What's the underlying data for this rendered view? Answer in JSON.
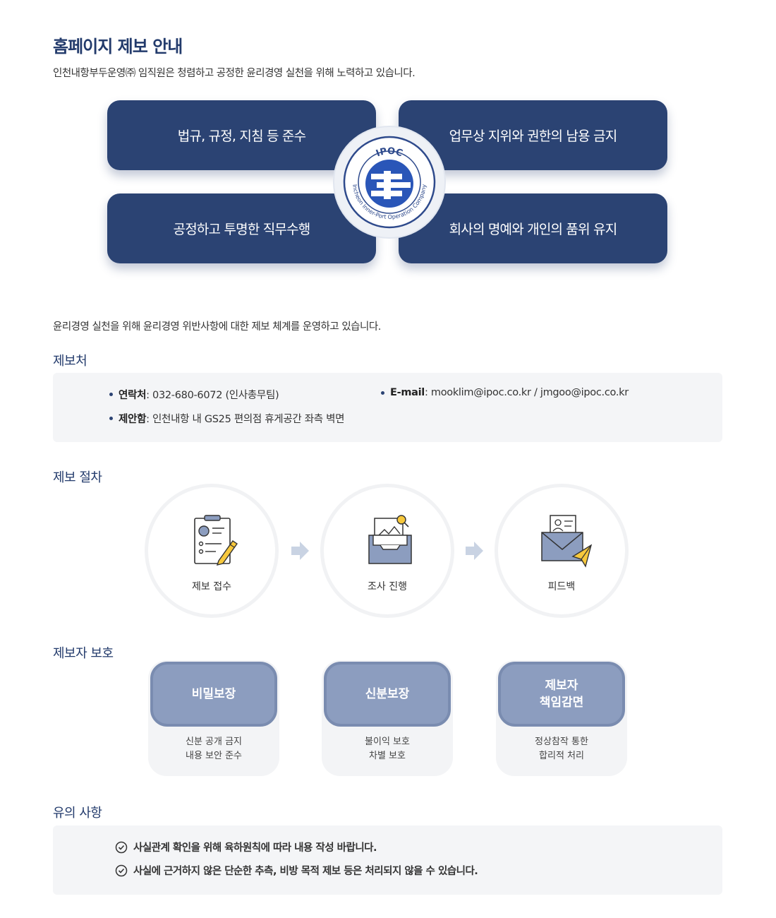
{
  "header": {
    "title": "홈페이지 제보 안내",
    "intro": "인천내항부두운영㈜ 임직원은 청렴하고 공정한 윤리경영 실천을 위해 노력하고 있습니다."
  },
  "principles": [
    {
      "label": "법규, 규정, 지침 등 준수"
    },
    {
      "label": "업무상 지위와 권한의 남용 금지"
    },
    {
      "label": "공정하고 투명한 직무수행"
    },
    {
      "label": "회사의 명예와 개인의 품위 유지"
    }
  ],
  "logo": {
    "abbr": "IPOC",
    "ring_text": "Incheon Inner-Port Operation Company",
    "colors": {
      "navy": "#2e4a8c",
      "blue": "#2a56b8",
      "white": "#ffffff"
    }
  },
  "sub_intro": "윤리경영 실천을 위해 윤리경영 위반사항에 대한 제보 체계를 운영하고 있습니다.",
  "contact": {
    "title": "제보처",
    "phone_label": "연락처",
    "phone_value": " : 032-680-6072 (인사총무팀)",
    "email_label": "E-mail",
    "email_value": " : mooklim@ipoc.co.kr / jmgoo@ipoc.co.kr",
    "box_label": "제안함",
    "box_value": " : 인천내항 내 GS25 편의점 휴게공간 좌측 벽면"
  },
  "process": {
    "title": "제보 절차",
    "steps": [
      {
        "label": "제보 접수",
        "icon": "clipboard-pen-icon"
      },
      {
        "label": "조사 진행",
        "icon": "inbox-document-icon"
      },
      {
        "label": "피드백",
        "icon": "envelope-send-icon"
      }
    ]
  },
  "protection": {
    "title": "제보자 보호",
    "items": [
      {
        "badge_lines": [
          "비밀보장"
        ],
        "desc_lines": [
          "신분 공개 금지",
          "내용 보안 준수"
        ]
      },
      {
        "badge_lines": [
          "신분보장"
        ],
        "desc_lines": [
          "불이익 보호",
          "차별 보호"
        ]
      },
      {
        "badge_lines": [
          "제보자",
          "책임감면"
        ],
        "desc_lines": [
          "정상참작 통한",
          "합리적 처리"
        ]
      }
    ]
  },
  "notes": {
    "title": "유의 사항",
    "items": [
      "사실관계 확인을 위해 육하원칙에 따라 내용 작성 바랍니다.",
      "사실에 근거하지 않은 단순한 추측, 비방 목적 제보 등은 처리되지 않을 수 있습니다."
    ]
  },
  "colors": {
    "navy": "#2b4373",
    "title": "#233b6c",
    "badge": "#8c9dbf",
    "panel": "#f4f5f7"
  }
}
